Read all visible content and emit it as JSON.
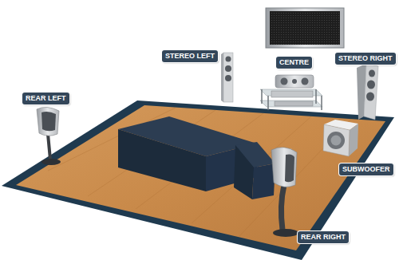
{
  "diagram": {
    "nodes": [
      {
        "text": [
          "STEREO LEFT"
        ]
      },
      {
        "text": [
          "CENTRE"
        ]
      },
      {
        "text": [
          "STEREO RIGHT"
        ]
      },
      {
        "text": [
          "REAR LEFT"
        ]
      },
      {
        "text": [
          "SUBWOOFER"
        ]
      },
      {
        "text": [
          "REAR RIGHT"
        ]
      }
    ]
  }
}
